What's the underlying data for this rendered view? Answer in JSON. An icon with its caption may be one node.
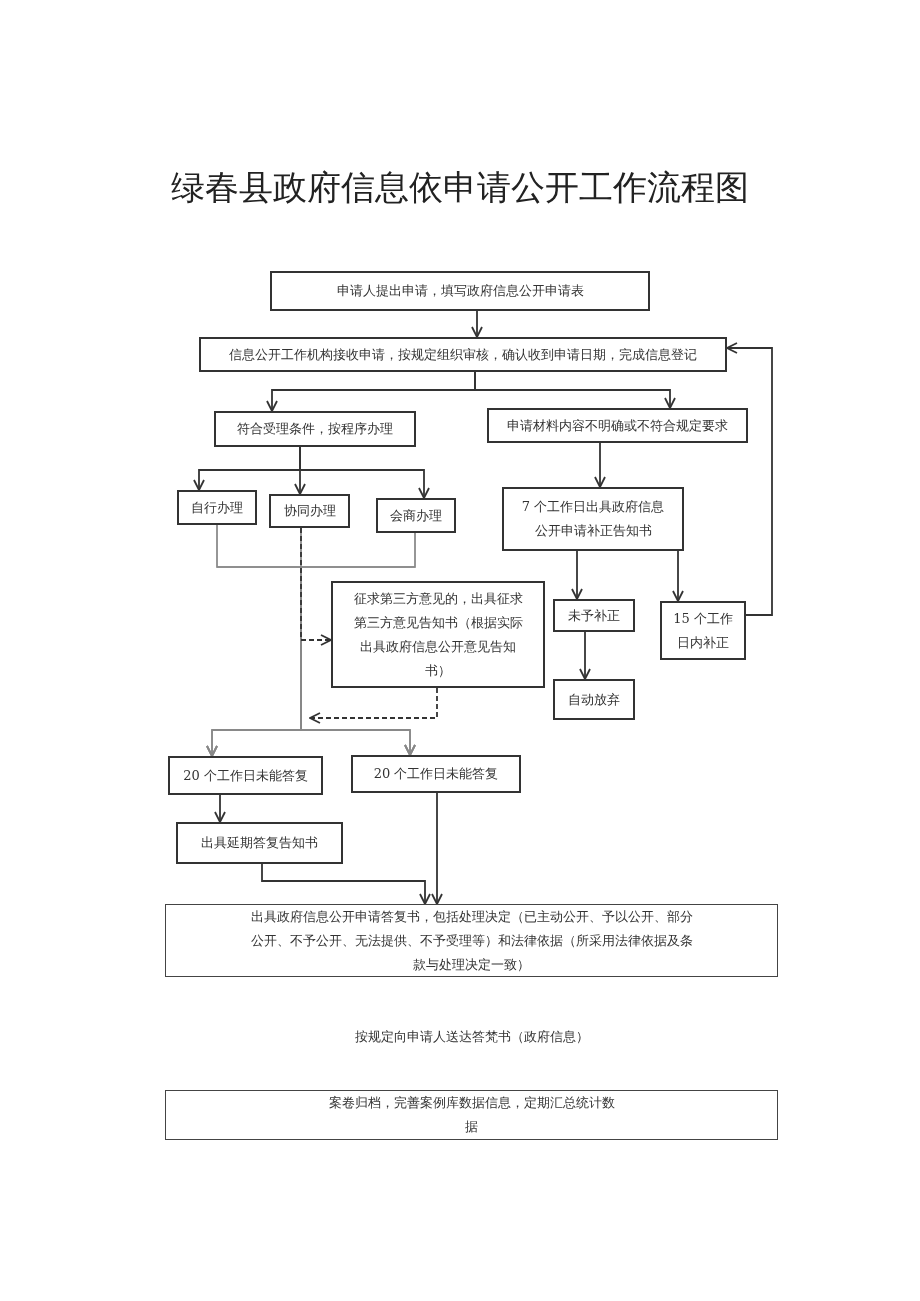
{
  "diagram": {
    "title": "绿春县政府信息依申请公开工作流程图",
    "nodes": [
      {
        "text": [
          "申请人提出申请，填写政府信息公开申请表"
        ]
      },
      {
        "text": [
          "信息公开工作机构接收申请，按规定组织审核，确认收到申请日期，完成信息登记"
        ]
      },
      {
        "text": [
          "符合受理条件，按程序办理"
        ]
      },
      {
        "text": [
          "申请材料内容不明确或不符合规定要求"
        ]
      },
      {
        "text": [
          "自行办理"
        ]
      },
      {
        "text": [
          "协同办理"
        ]
      },
      {
        "text": [
          "会商办理"
        ]
      },
      {
        "text": [
          "7 个工作日出具政府信息公开申请补正告知书"
        ]
      },
      {
        "text": [
          "征求第三方意见的，出具征求第三方意见告知书（根据实际出具政府信息公开意见告知书）"
        ]
      },
      {
        "text": [
          "未予补正"
        ]
      },
      {
        "text": [
          "15 个工作日内补正"
        ]
      },
      {
        "text": [
          "自动放弃"
        ]
      },
      {
        "text": [
          "20 个工作日未能答复"
        ]
      },
      {
        "text": [
          "20 个工作日未能答复"
        ]
      },
      {
        "text": [
          "出具延期答复告知书"
        ]
      },
      {
        "text": [
          "出具政府信息公开申请答复书，包括处理决定（已主动公开、予以公开、部分公开、不予公开、无法提供、不予受理等）和法律依据（所采用法律依据及条款与处理决定一致）"
        ]
      },
      {
        "text": [
          "案卷归档，完善案例库数据信息，定期汇总统计数据"
        ]
      }
    ],
    "edges": [
      {
        "from": 0,
        "to": 1,
        "arrow": "to"
      },
      {
        "from": 1,
        "to": 2,
        "arrow": "to"
      },
      {
        "from": 1,
        "to": 3,
        "arrow": "to"
      },
      {
        "from": 2,
        "to": 4,
        "arrow": "to"
      },
      {
        "from": 2,
        "to": 5,
        "arrow": "to"
      },
      {
        "from": 2,
        "to": 6,
        "arrow": "to"
      },
      {
        "from": 3,
        "to": 7,
        "arrow": "to"
      },
      {
        "from": 7,
        "to": 9,
        "arrow": "to"
      },
      {
        "from": 7,
        "to": 10,
        "arrow": "to"
      },
      {
        "from": 9,
        "to": 11,
        "arrow": "to"
      },
      {
        "from": 10,
        "to": 1,
        "arrow": "to"
      },
      {
        "from": 4,
        "to": 12,
        "arrow": "to",
        "color": "#888888"
      },
      {
        "from": 4,
        "to": 13,
        "arrow": "to",
        "color": "#888888"
      },
      {
        "from": 5,
        "to": 12,
        "arrow": "to",
        "color": "#888888"
      },
      {
        "from": 5,
        "to": 13,
        "arrow": "to",
        "color": "#888888"
      },
      {
        "from": 6,
        "to": 12,
        "arrow": "to",
        "color": "#888888"
      },
      {
        "from": 6,
        "to": 13,
        "arrow": "to",
        "color": "#888888"
      },
      {
        "from": 5,
        "to": 8,
        "arrow": "to",
        "style": "dashed"
      },
      {
        "from": 8,
        "to": null,
        "arrow": "to",
        "style": "dashed"
      },
      {
        "from": 12,
        "to": 14,
        "arrow": "to"
      },
      {
        "from": 13,
        "to": 15,
        "arrow": "to"
      },
      {
        "from": 14,
        "to": 15,
        "arrow": "to"
      }
    ],
    "labels": [
      "按规定向申请人送达答梵书（政府信息）"
    ]
  }
}
